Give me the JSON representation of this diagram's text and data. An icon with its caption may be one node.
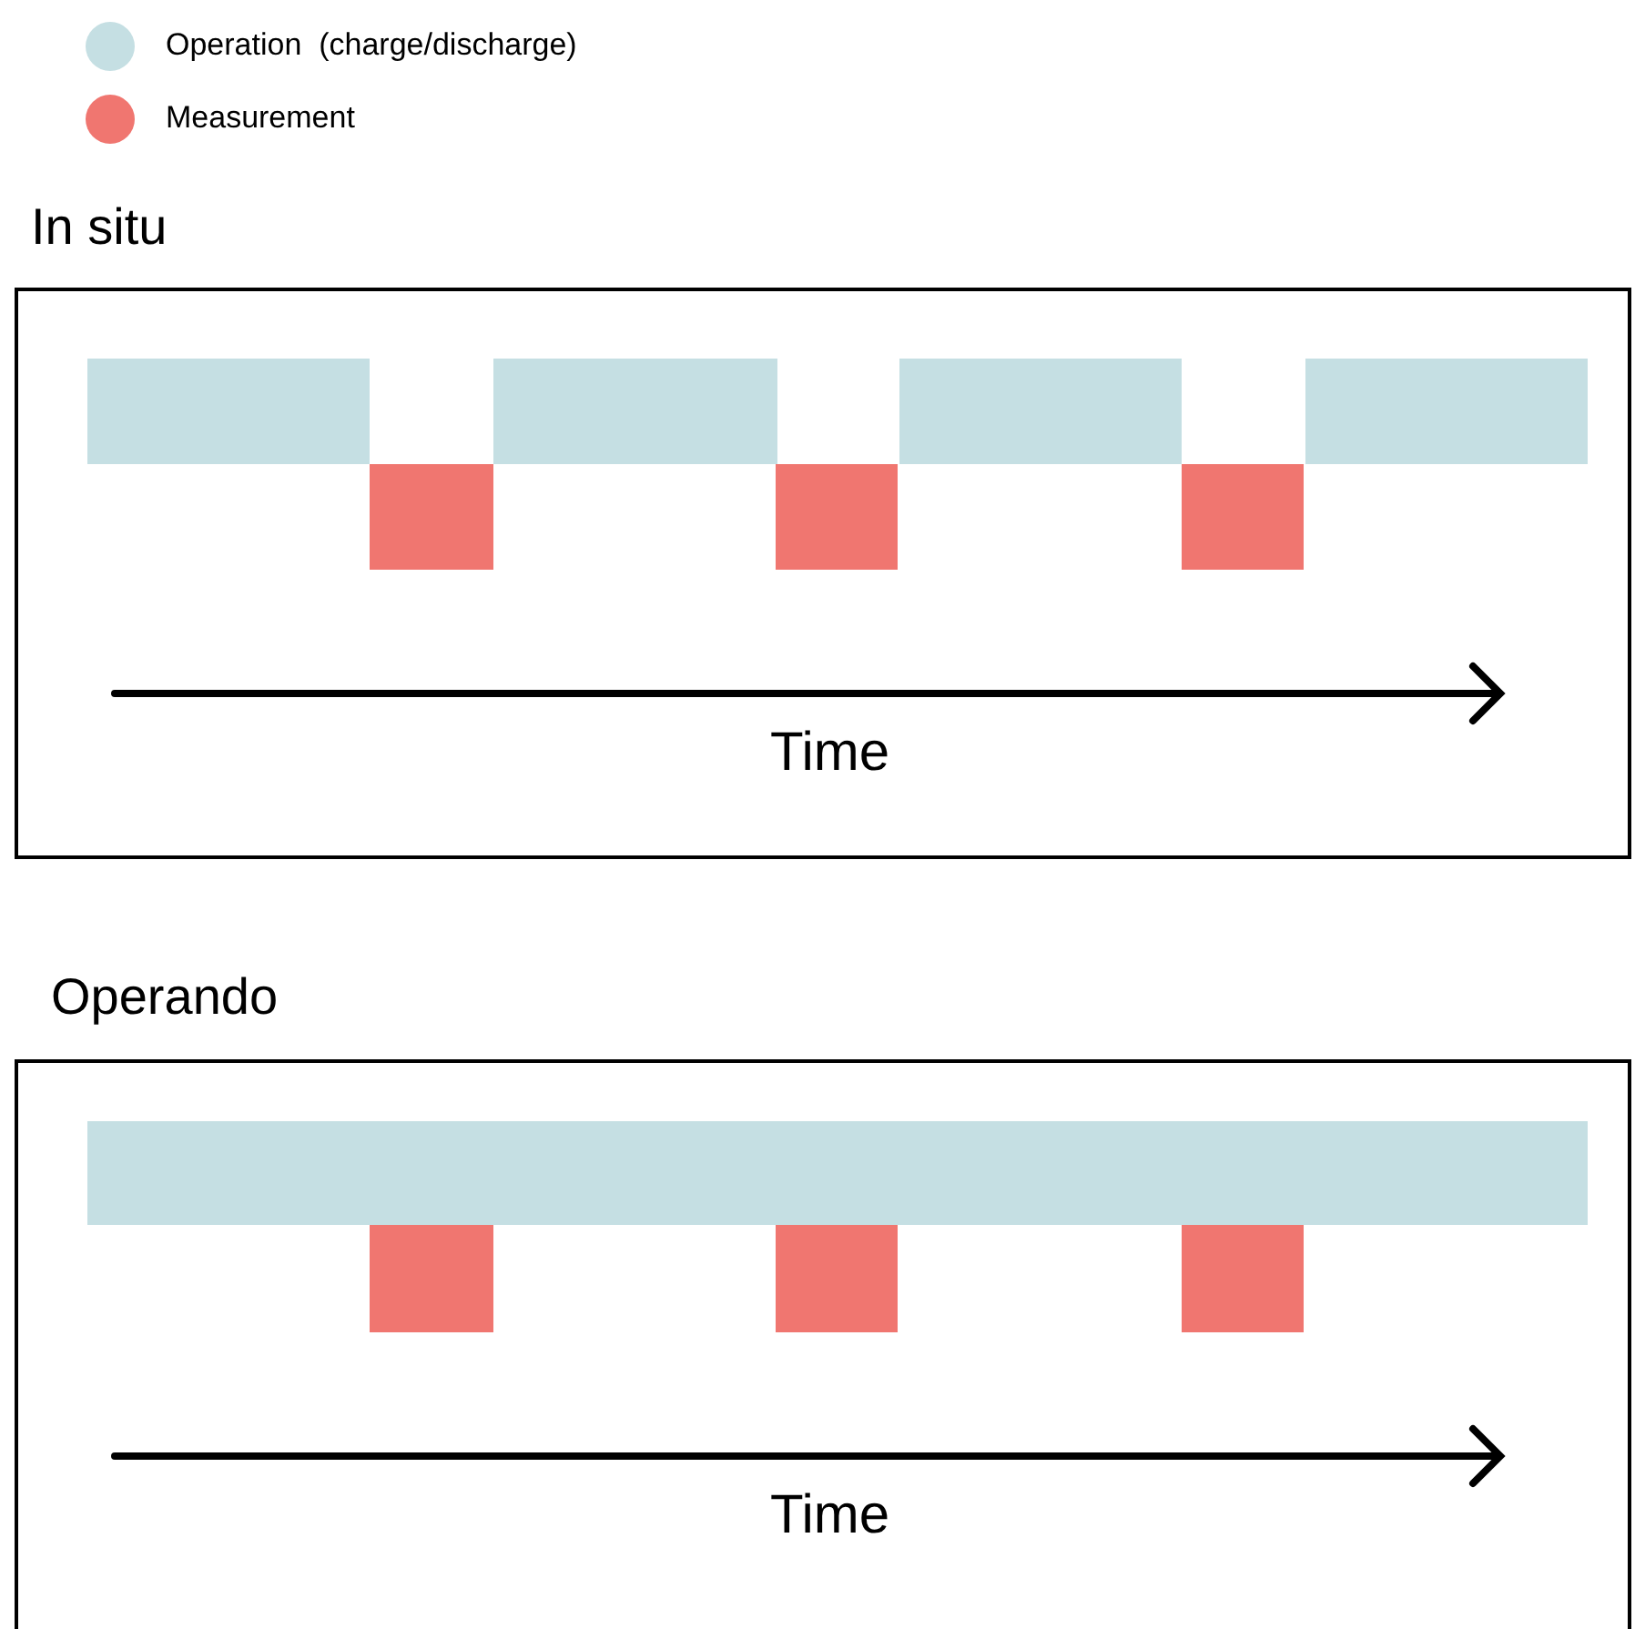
{
  "diagram": {
    "nodes": [
      {
        "text": [
          "In situ",
          "Time"
        ]
      },
      {
        "text": [],
        "shape": "bar",
        "in": 0
      },
      {
        "text": [],
        "shape": "box",
        "in": 0
      },
      {
        "text": [],
        "shape": "bar",
        "in": 0
      },
      {
        "text": [],
        "shape": "box",
        "in": 0
      },
      {
        "text": [],
        "shape": "bar",
        "in": 0
      },
      {
        "text": [],
        "shape": "box",
        "in": 0
      },
      {
        "text": [],
        "shape": "bar",
        "in": 0
      },
      {
        "text": [
          "Operando",
          "Time"
        ]
      },
      {
        "text": [],
        "shape": "bar",
        "in": 8
      },
      {
        "text": [],
        "shape": "box",
        "in": 8
      },
      {
        "text": [],
        "shape": "box",
        "in": 8
      },
      {
        "text": [],
        "shape": "box",
        "in": 8
      }
    ],
    "edges": [],
    "legend": [
      {
        "text": "Operation  (charge/discharge)",
        "color": "#c5dfe3"
      },
      {
        "text": "Measurement",
        "color": "#f07670"
      }
    ]
  }
}
